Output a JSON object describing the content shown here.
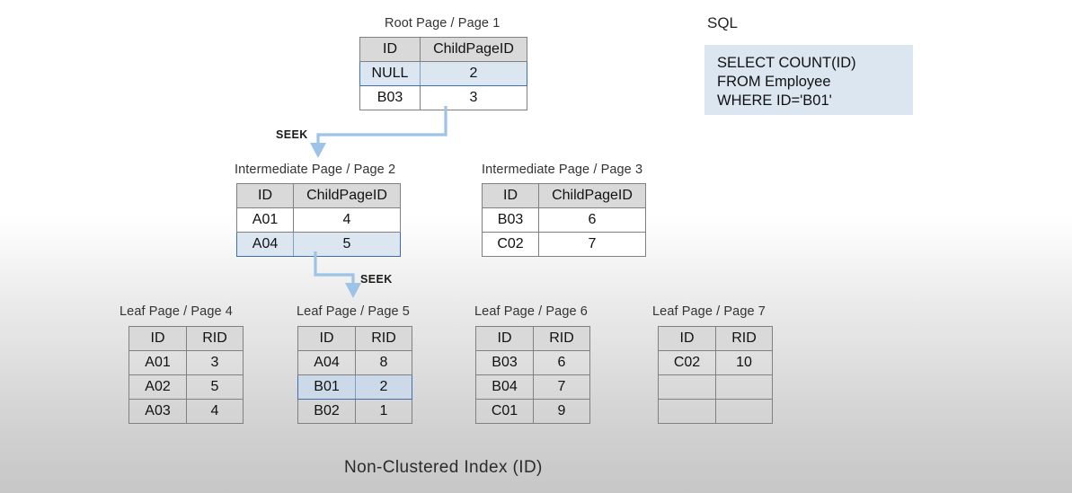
{
  "diagram": {
    "bottom_caption": "Non-Clustered Index (ID)",
    "accent_blue": "#9dc3e6",
    "highlight_fill": "#dce6f1",
    "highlight_border": "#3f6fa8",
    "header_fill": "#d9d9d9"
  },
  "sql": {
    "title": "SQL",
    "lines": [
      "SELECT COUNT(ID)",
      "FROM Employee",
      "WHERE ID='B01'"
    ]
  },
  "arrows": [
    {
      "label": "SEEK"
    },
    {
      "label": "SEEK"
    }
  ],
  "pages": {
    "root": {
      "caption": "Root Page / Page 1",
      "columns": [
        "ID",
        "ChildPageID"
      ],
      "rows": [
        {
          "cells": [
            "NULL",
            "2"
          ],
          "highlighted": true
        },
        {
          "cells": [
            "B03",
            "3"
          ],
          "highlighted": false
        }
      ]
    },
    "intermediate2": {
      "caption": "Intermediate Page / Page 2",
      "columns": [
        "ID",
        "ChildPageID"
      ],
      "rows": [
        {
          "cells": [
            "A01",
            "4"
          ],
          "highlighted": false
        },
        {
          "cells": [
            "A04",
            "5"
          ],
          "highlighted": true
        }
      ]
    },
    "intermediate3": {
      "caption": "Intermediate Page / Page 3",
      "columns": [
        "ID",
        "ChildPageID"
      ],
      "rows": [
        {
          "cells": [
            "B03",
            "6"
          ],
          "highlighted": false
        },
        {
          "cells": [
            "C02",
            "7"
          ],
          "highlighted": false
        }
      ]
    },
    "leaf4": {
      "caption": "Leaf Page / Page 4",
      "columns": [
        "ID",
        "RID"
      ],
      "rows": [
        {
          "cells": [
            "A01",
            "3"
          ],
          "highlighted": false
        },
        {
          "cells": [
            "A02",
            "5"
          ],
          "highlighted": false
        },
        {
          "cells": [
            "A03",
            "4"
          ],
          "highlighted": false
        }
      ]
    },
    "leaf5": {
      "caption": "Leaf Page / Page 5",
      "columns": [
        "ID",
        "RID"
      ],
      "rows": [
        {
          "cells": [
            "A04",
            "8"
          ],
          "highlighted": false
        },
        {
          "cells": [
            "B01",
            "2"
          ],
          "highlighted": true
        },
        {
          "cells": [
            "B02",
            "1"
          ],
          "highlighted": false
        }
      ]
    },
    "leaf6": {
      "caption": "Leaf Page / Page 6",
      "columns": [
        "ID",
        "RID"
      ],
      "rows": [
        {
          "cells": [
            "B03",
            "6"
          ],
          "highlighted": false
        },
        {
          "cells": [
            "B04",
            "7"
          ],
          "highlighted": false
        },
        {
          "cells": [
            "C01",
            "9"
          ],
          "highlighted": false
        }
      ]
    },
    "leaf7": {
      "caption": "Leaf Page / Page 7",
      "columns": [
        "ID",
        "RID"
      ],
      "rows": [
        {
          "cells": [
            "C02",
            "10"
          ],
          "highlighted": false
        },
        {
          "cells": [
            "",
            ""
          ],
          "highlighted": false
        },
        {
          "cells": [
            "",
            ""
          ],
          "highlighted": false
        }
      ]
    }
  }
}
